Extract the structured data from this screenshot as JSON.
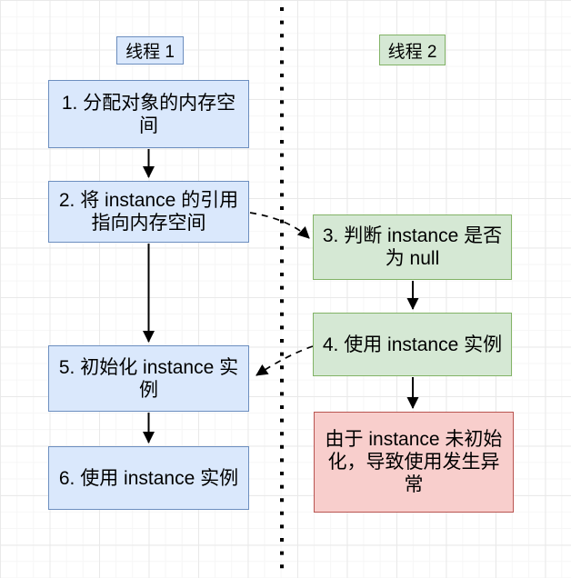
{
  "diagram": {
    "lanes": [
      {
        "id": "thread1",
        "label": "线程 1"
      },
      {
        "id": "thread2",
        "label": "线程 2"
      }
    ],
    "nodes": {
      "step1": {
        "text": "1. 分配对象的内存空\n间",
        "color": "blue"
      },
      "step2": {
        "text": "2. 将 instance 的引用\n指向内存空间",
        "color": "blue"
      },
      "step3": {
        "text": "3. 判断 instance 是否\n为 null",
        "color": "green"
      },
      "step4": {
        "text": "4. 使用 instance 实例",
        "color": "green"
      },
      "step5": {
        "text": "5. 初始化 instance 实\n例",
        "color": "blue"
      },
      "step6": {
        "text": "6. 使用 instance 实例",
        "color": "blue"
      },
      "error": {
        "text": "由于 instance 未初始\n化，导致使用发生异\n常",
        "color": "red"
      }
    },
    "edges": [
      {
        "from": "step1",
        "to": "step2",
        "style": "solid"
      },
      {
        "from": "step2",
        "to": "step5",
        "style": "solid"
      },
      {
        "from": "step5",
        "to": "step6",
        "style": "solid"
      },
      {
        "from": "step2",
        "to": "step3",
        "style": "dashed"
      },
      {
        "from": "step3",
        "to": "step4",
        "style": "solid"
      },
      {
        "from": "step4",
        "to": "step5",
        "style": "dashed"
      },
      {
        "from": "step4",
        "to": "error",
        "style": "solid"
      }
    ],
    "colors": {
      "blue_fill": "#dae8fc",
      "blue_border": "#6c8ebf",
      "green_fill": "#d5e8d4",
      "green_border": "#82b366",
      "red_fill": "#f8cecc",
      "red_border": "#b85450",
      "arrow": "#000000",
      "text": "#000000"
    }
  }
}
